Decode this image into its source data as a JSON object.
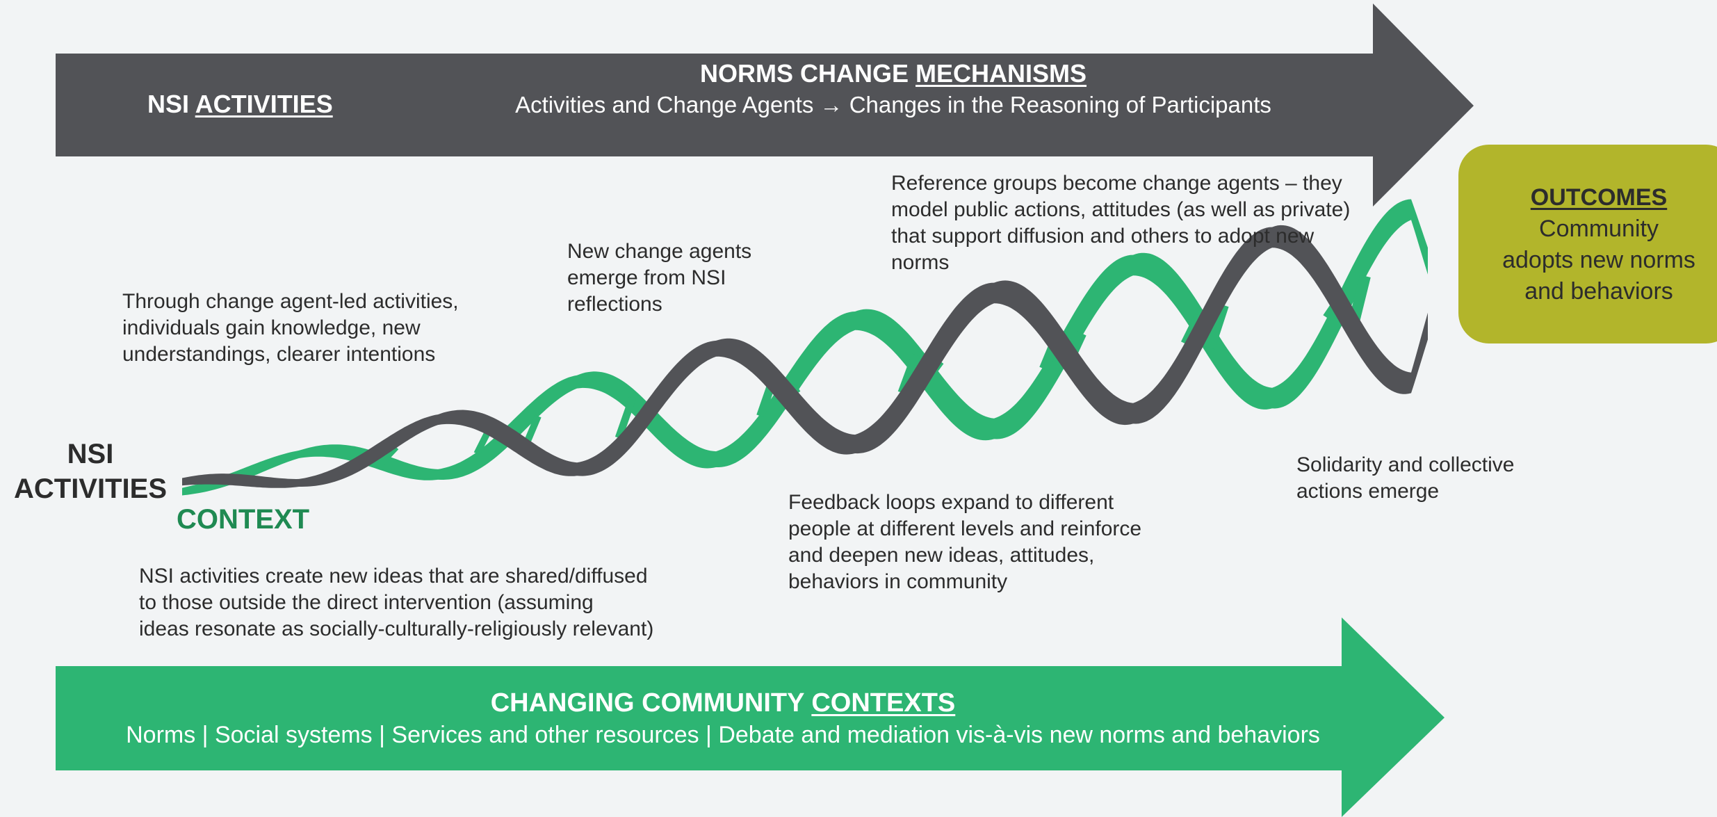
{
  "colors": {
    "dark": "#525357",
    "green": "#2db573",
    "green_text": "#1f8a52",
    "olive": "#b2b52b",
    "background": "#f2f4f5"
  },
  "top_arrow": {
    "left_prefix": "NSI ",
    "left_underlined": "ACTIVITIES",
    "title_prefix": "NORMS CHANGE ",
    "title_underlined": "MECHANISMS",
    "subtitle": "Activities and Change Agents → Changes in the Reasoning of Participants"
  },
  "outcomes": {
    "title": "OUTCOMES",
    "line1": "Community",
    "line2": "adopts new norms",
    "line3": "and behaviors"
  },
  "left_labels": {
    "nsi": "NSI",
    "activities": "ACTIVITIES",
    "context": "CONTEXT"
  },
  "annotations": {
    "change_agent_activities": [
      "Through change agent-led activities,",
      "individuals gain knowledge, new",
      "understandings, clearer intentions"
    ],
    "new_change_agents": [
      "New change agents",
      "emerge from NSI",
      "reflections"
    ],
    "reference_groups": [
      "Reference groups become change agents – they",
      "model public actions, attitudes (as well as private)",
      "that support diffusion and others to adopt new",
      "norms"
    ],
    "solidarity": [
      "Solidarity and collective",
      "actions emerge"
    ],
    "feedback_loops": [
      "Feedback loops expand to different",
      "people at different levels and reinforce",
      "and deepen new ideas, attitudes,",
      "behaviors in community"
    ],
    "nsi_diffusion": [
      "NSI activities create new ideas that are shared/diffused",
      "to those outside the direct intervention (assuming",
      "ideas resonate as socially-culturally-religiously relevant)"
    ]
  },
  "bottom_arrow": {
    "title_prefix": "CHANGING COMMUNITY ",
    "title_underlined": "CONTEXTS",
    "subtitle": "Norms | Social systems | Services and other resources | Debate and mediation vis-à-vis new norms and behaviors"
  }
}
